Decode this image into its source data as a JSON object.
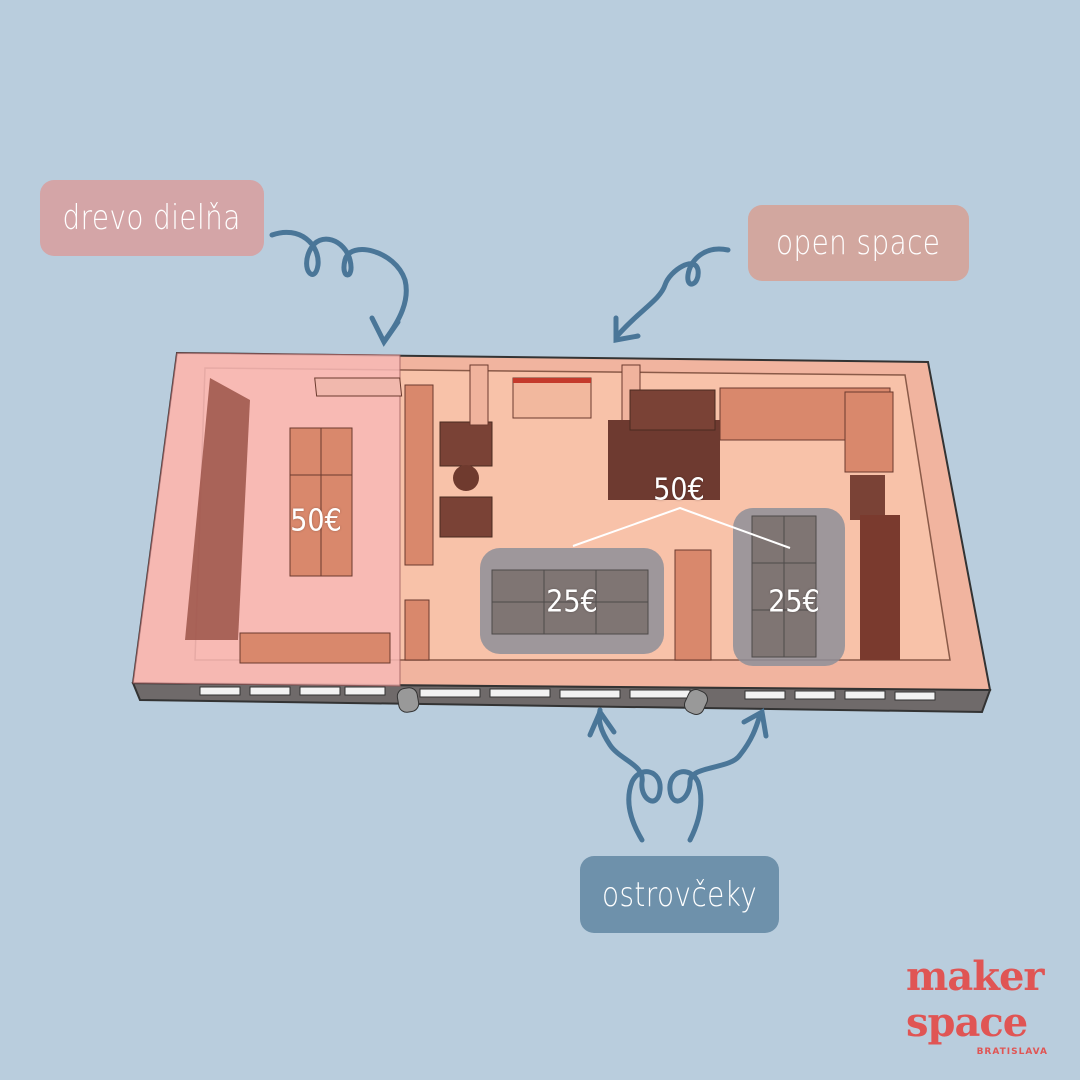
{
  "labels": {
    "drevo": "drevo dielňa",
    "open": "open space",
    "ostrov": "ostrovčeky"
  },
  "prices": {
    "drevo_dielna": "50€",
    "open_space": "50€",
    "ostrovcek_1": "25€",
    "ostrovcek_2": "25€"
  },
  "logo": {
    "line1": "maker",
    "line2": "space",
    "line3": "BRATISLAVA"
  },
  "colors": {
    "background": "#b9cddd",
    "arrow": "#4a7698",
    "logo": "#e05554",
    "drevo_zone": "#f4b8b0",
    "open_zone": "#f7c2a8",
    "island": "#8e8f99"
  }
}
